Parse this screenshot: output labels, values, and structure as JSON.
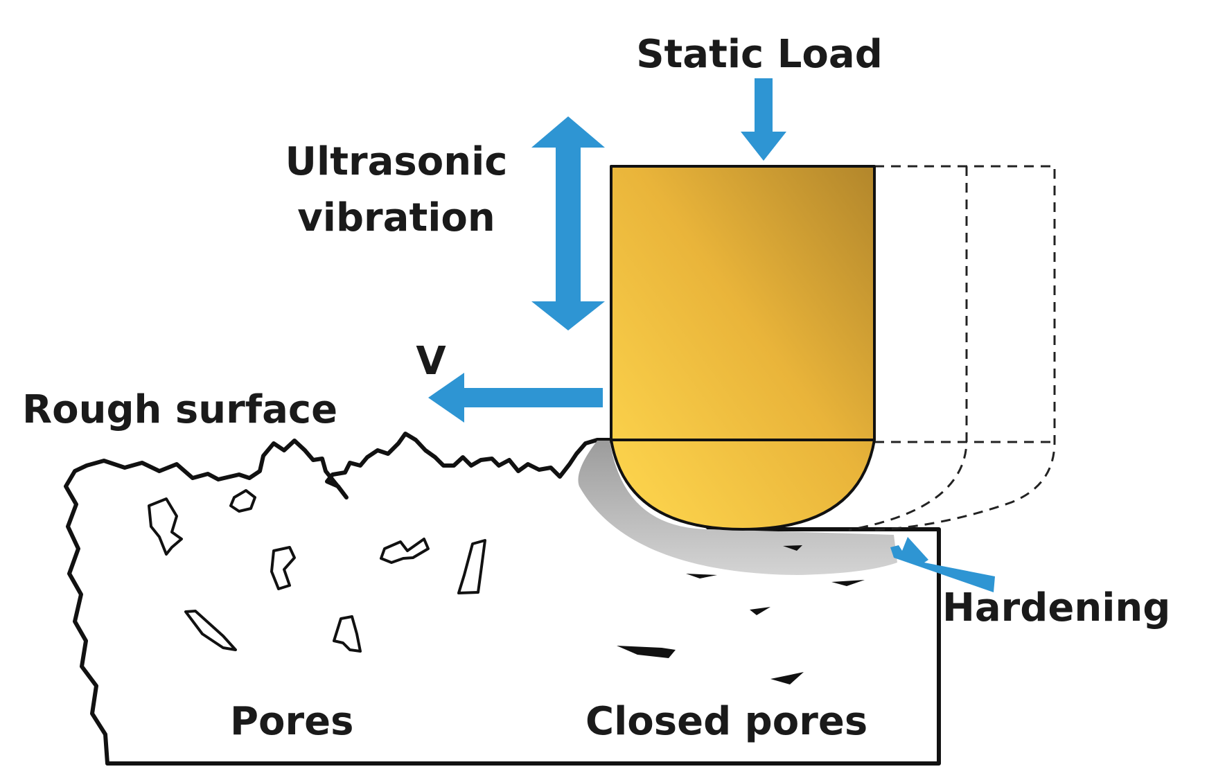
{
  "labels": {
    "static_load": "Static Load",
    "ultrasonic_line1": "Ultrasonic",
    "ultrasonic_line2": "vibration",
    "velocity": "V",
    "rough_surface": "Rough surface",
    "hardening": "Hardening",
    "pores": "Pores",
    "closed_pores": "Closed pores"
  },
  "colors": {
    "arrow": "#2e95d3",
    "tool_light": "#fdd24d",
    "tool_dark": "#b58a2a",
    "outline": "#111111",
    "hardened_layer": "#b8b8b8",
    "background": "#ffffff"
  }
}
